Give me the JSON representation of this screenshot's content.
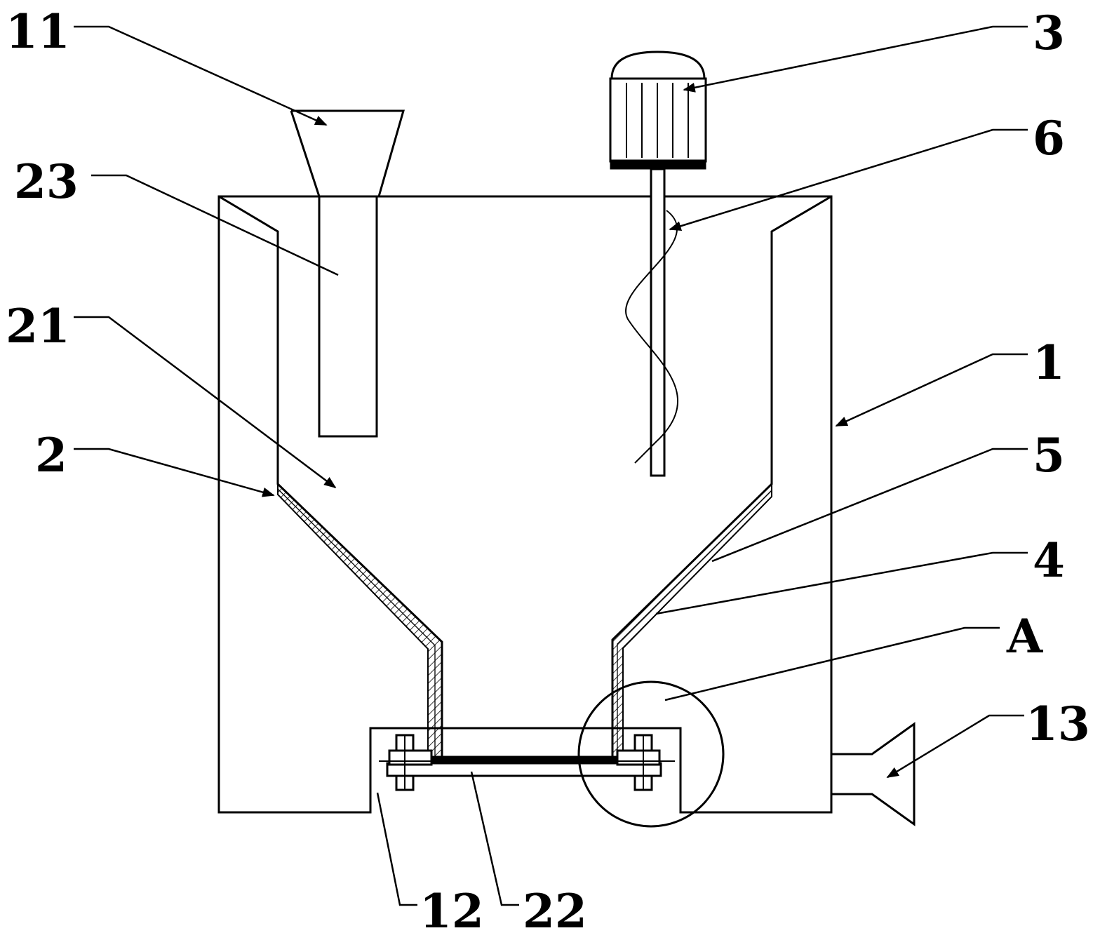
{
  "labels": {
    "l11": "11",
    "l23": "23",
    "l21": "21",
    "l2": "2",
    "l3": "3",
    "l6": "6",
    "l1": "1",
    "l5": "5",
    "l4": "4",
    "lA": "A",
    "l13": "13",
    "l12": "12",
    "l22": "22"
  }
}
